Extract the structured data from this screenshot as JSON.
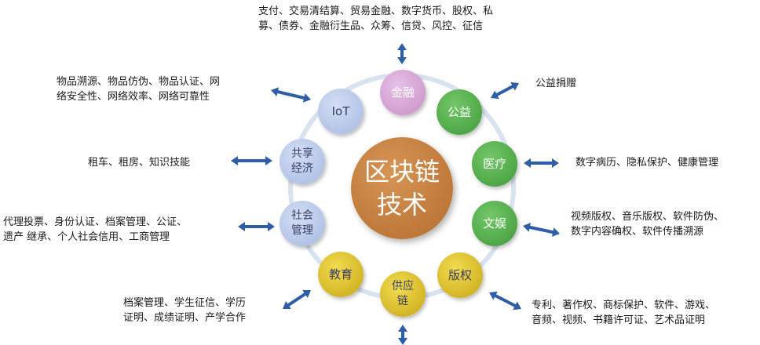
{
  "center": {
    "label": "区块链\n技术",
    "color": "#c17a3a"
  },
  "nodes": [
    {
      "key": "finance",
      "label": "金融",
      "color": "#d6a3d4",
      "style": "dark"
    },
    {
      "key": "charity",
      "label": "公益",
      "color": "#58b04e",
      "style": "dark"
    },
    {
      "key": "medical",
      "label": "医疗",
      "color": "#58b04e",
      "style": "dark"
    },
    {
      "key": "culture",
      "label": "文娱",
      "color": "#58b04e",
      "style": "dark"
    },
    {
      "key": "copyright",
      "label": "版权",
      "color": "#dcc026",
      "style": "light"
    },
    {
      "key": "supply",
      "label": "供应\n链",
      "color": "#dcc026",
      "style": "light"
    },
    {
      "key": "education",
      "label": "教育",
      "color": "#dcc026",
      "style": "light"
    },
    {
      "key": "social",
      "label": "社会\n管理",
      "color": "#b7c8ea",
      "style": "light"
    },
    {
      "key": "sharing",
      "label": "共享\n经济",
      "color": "#b7c8ea",
      "style": "light"
    },
    {
      "key": "iot",
      "label": "IoT",
      "color": "#b7c8ea",
      "style": "light"
    }
  ],
  "descriptions": {
    "finance": "支付、交易清结算、贸易金融、数字货币、股权、私\n募、债券、金融衍生品、众筹、信贷、风控、征信",
    "charity": "公益捐赠",
    "medical": "数字病历、隐私保护、健康管理",
    "culture": "视频版权、音乐版权、软件防伪、\n数字内容确权、软件传播溯源",
    "copyright": "专利、著作权、商标保护、软件、游戏、\n音频、视频、书籍许可证、艺术品证明",
    "education": "档案管理、学生征信、学历\n证明、成绩证明、产学合作",
    "social": "代理投票、身份认证、档案管理、公证、\n遗产 继承、个人社会信用、工商管理",
    "sharing": "租车、租房、知识技能",
    "iot": "物品溯源、物品仿伪、物品认证、网\n络安全性、网络效率、网络可靠性"
  },
  "colors": {
    "arrow": "#2f5ea8",
    "ring": "#d9e2f1"
  }
}
